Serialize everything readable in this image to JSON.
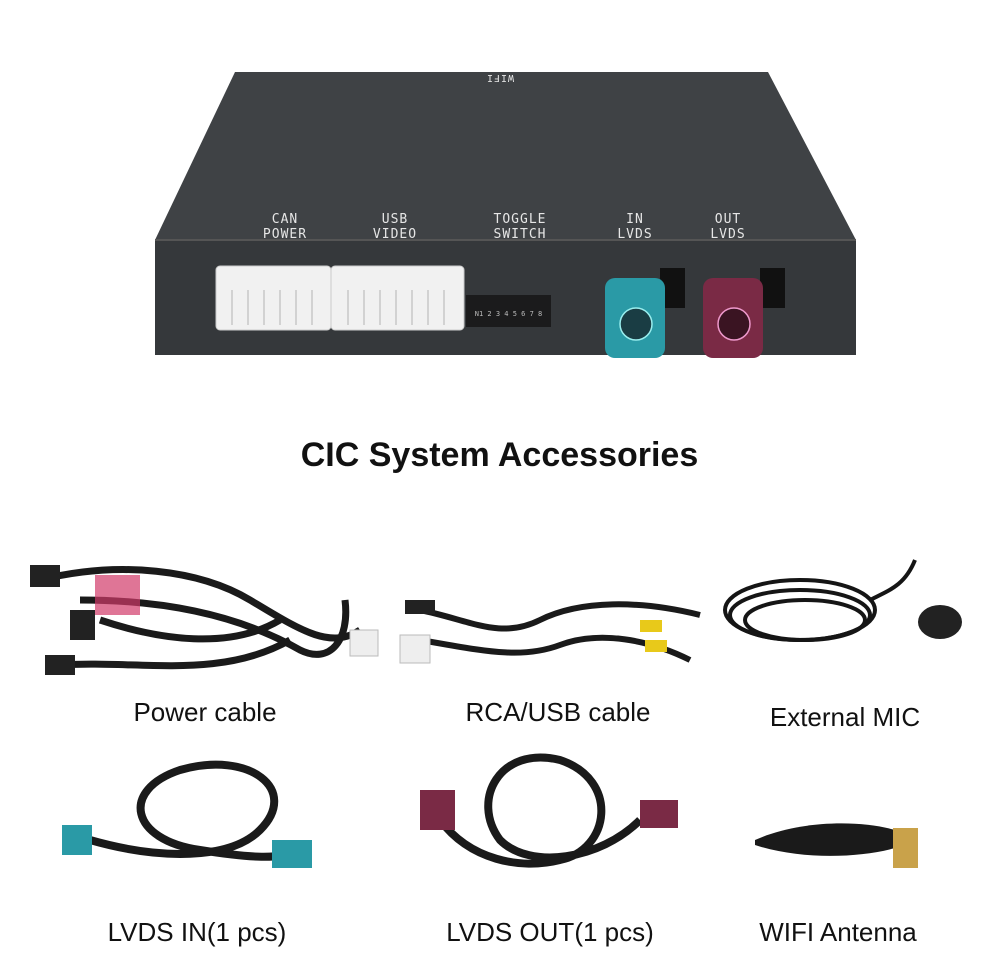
{
  "device": {
    "top_label": "WIFI",
    "ports": [
      {
        "line1": "CAN",
        "line2": "POWER"
      },
      {
        "line1": "USB",
        "line2": "VIDEO"
      },
      {
        "line1": "TOGGLE",
        "line2": "SWITCH"
      },
      {
        "line1": "IN",
        "line2": "LVDS"
      },
      {
        "line1": "OUT",
        "line2": "LVDS"
      }
    ],
    "dip_numbers": "N1 2 3 4 5 6 7 8",
    "colors": {
      "body": "#3d4043",
      "lvds_in": "#2a9aa6",
      "lvds_out": "#7a2a45"
    }
  },
  "title": "CIC System Accessories",
  "accessories": [
    {
      "label": "Power cable"
    },
    {
      "label": "RCA/USB cable"
    },
    {
      "label": "External MIC"
    },
    {
      "label": "LVDS IN(1 pcs)"
    },
    {
      "label": "LVDS OUT(1 pcs)"
    },
    {
      "label": "WIFI Antenna"
    }
  ]
}
